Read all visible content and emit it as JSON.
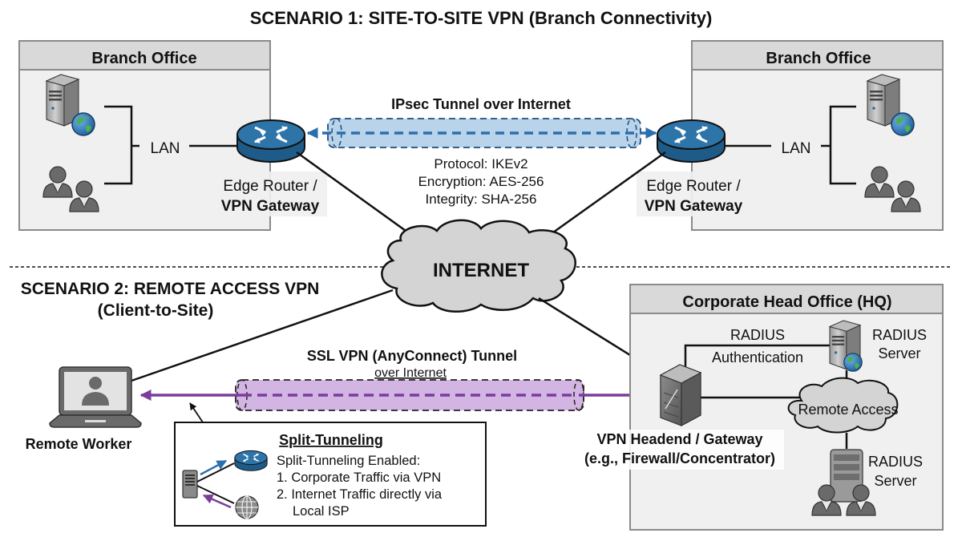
{
  "scenario1": {
    "title": "SCENARIO 1: SITE-TO-SITE VPN (Branch Connectivity)",
    "left_office": {
      "title": "Branch Office",
      "lan_label": "LAN",
      "router_label_line1": "Edge Router /",
      "router_label_line2": "VPN Gateway"
    },
    "right_office": {
      "title": "Branch Office",
      "lan_label": "LAN",
      "router_label_line1": "Edge Router /",
      "router_label_line2": "VPN Gateway"
    },
    "tunnel": {
      "title": "IPsec Tunnel over Internet",
      "details": [
        "Protocol: IKEv2",
        "Encryption: AES-256",
        "Integrity: SHA-256"
      ],
      "color": "#2a6fae"
    }
  },
  "internet": {
    "label": "INTERNET"
  },
  "scenario2": {
    "title_line1": "SCENARIO 2: REMOTE ACCESS VPN",
    "title_line2": "(Client-to-Site)",
    "remote_worker_label": "Remote Worker",
    "tunnel": {
      "title": "SSL VPN (AnyConnect) Tunnel",
      "subtitle": "over Internet",
      "color": "#7a3d9a"
    },
    "split_tunneling": {
      "title": "Split-Tunneling",
      "lines": [
        "Split-Tunneling Enabled:",
        "1. Corporate Traffic via VPN",
        "2. Internet Traffic directly via",
        "Local ISP"
      ]
    },
    "headend_label_line1": "VPN Headend / Gateway",
    "headend_label_line2": "(e.g., Firewall/Concentrator)",
    "hq": {
      "title": "Corporate Head Office (HQ)",
      "auth_label_line1": "RADIUS",
      "auth_label_line2": "Authentication",
      "server1_line1": "RADIUS",
      "server1_line2": "Server",
      "cloud_label": "Remote Access",
      "server2_line1": "RADIUS",
      "server2_line2": "Server"
    }
  }
}
